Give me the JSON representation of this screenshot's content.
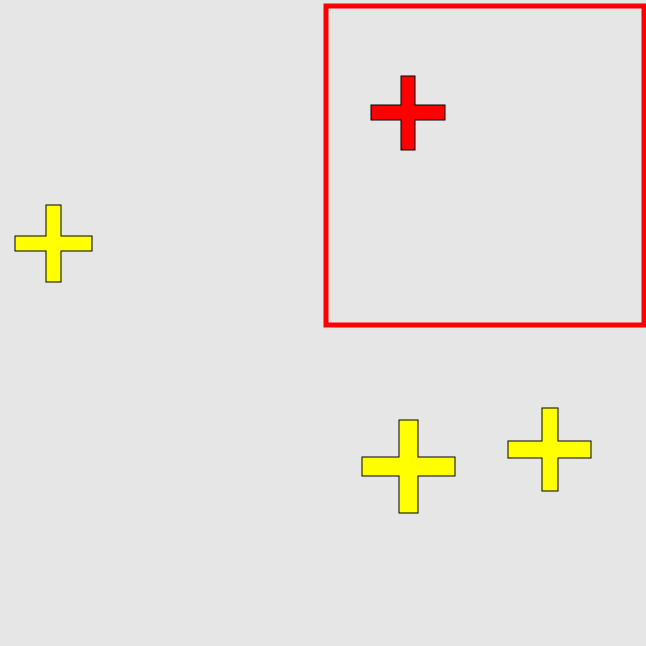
{
  "colors": {
    "background": "#e6e6e6",
    "highlight_frame": "#ff0000",
    "cross_target": "#ff0000",
    "cross_default": "#ffff00",
    "outline": "#000000"
  },
  "items": [
    {
      "kind": "cross",
      "icon": "cross-icon",
      "color_role": "cross_default"
    },
    {
      "kind": "cross",
      "icon": "cross-icon",
      "color_role": "cross_target",
      "highlighted": true
    },
    {
      "kind": "cross",
      "icon": "cross-icon",
      "color_role": "cross_default"
    },
    {
      "kind": "cross",
      "icon": "cross-icon",
      "color_role": "cross_default"
    }
  ]
}
